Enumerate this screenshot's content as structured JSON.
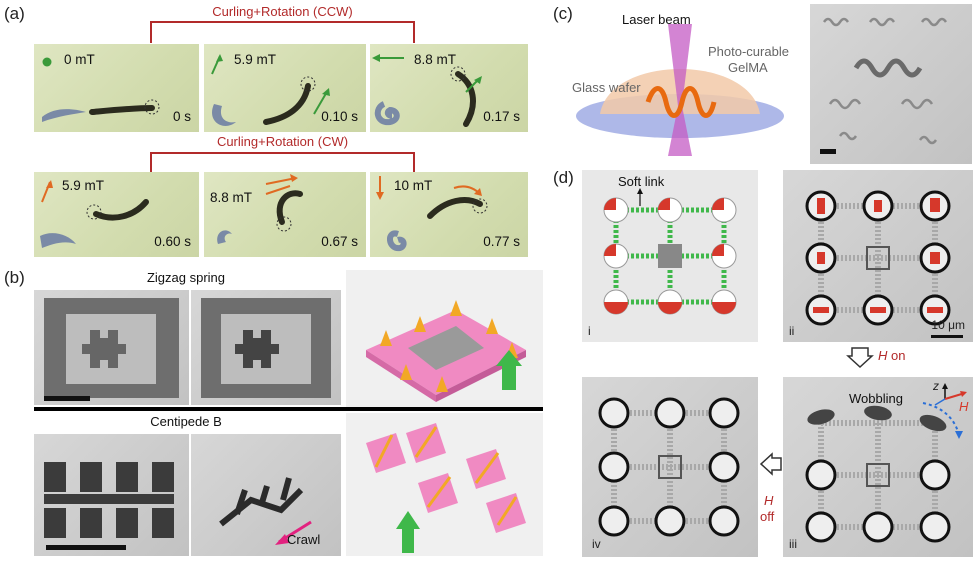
{
  "panels": {
    "a": {
      "label": "(a)",
      "ccw_title": "Curling+Rotation (CCW)",
      "cw_title": "Curling+Rotation (CW)",
      "top_frames": [
        {
          "field": "0 mT",
          "time": "0 s"
        },
        {
          "field": "5.9 mT",
          "time": "0.10 s"
        },
        {
          "field": "8.8 mT",
          "time": "0.17 s"
        }
      ],
      "bottom_frames": [
        {
          "field": "5.9 mT",
          "time": "0.60 s"
        },
        {
          "field": "8.8 mT",
          "time": "0.67 s"
        },
        {
          "field": "10 mT",
          "time": "0.77 s"
        }
      ]
    },
    "b": {
      "label": "(b)",
      "zigzag_title": "Zigzag spring",
      "centipede_title": "Centipede B",
      "crawl_label": "Crawl"
    },
    "c": {
      "label": "(c)",
      "laser_label": "Laser beam",
      "gelma_label_line1": "Photo-curable",
      "gelma_label_line2": "GelMA",
      "glass_label": "Glass wafer"
    },
    "d": {
      "label": "(d)",
      "soft_link_label": "Soft link",
      "sub_i": "i",
      "sub_ii": "ii",
      "sub_iii": "iii",
      "sub_iv": "iv",
      "scale_label": "10 μm",
      "h_on_symbol": "H",
      "h_on_text": " on",
      "h_off_symbol": "H",
      "h_off_text": "off",
      "wobbling_label": "Wobbling",
      "axis_z": "z",
      "axis_h": "H"
    }
  },
  "colors": {
    "bracket_red": "#b22a2a",
    "field_green": "#3a9a3a",
    "field_orange": "#e06a22",
    "robot_blue": "#7a8aa6",
    "magnet_orange": "#f2a826",
    "pad_pink": "#f08ac2",
    "soft_link_green": "#3fb84a",
    "crawl_magenta": "#e2227f",
    "laser_purple": "#c45bc4",
    "glass_blue": "#9aa6e2"
  }
}
